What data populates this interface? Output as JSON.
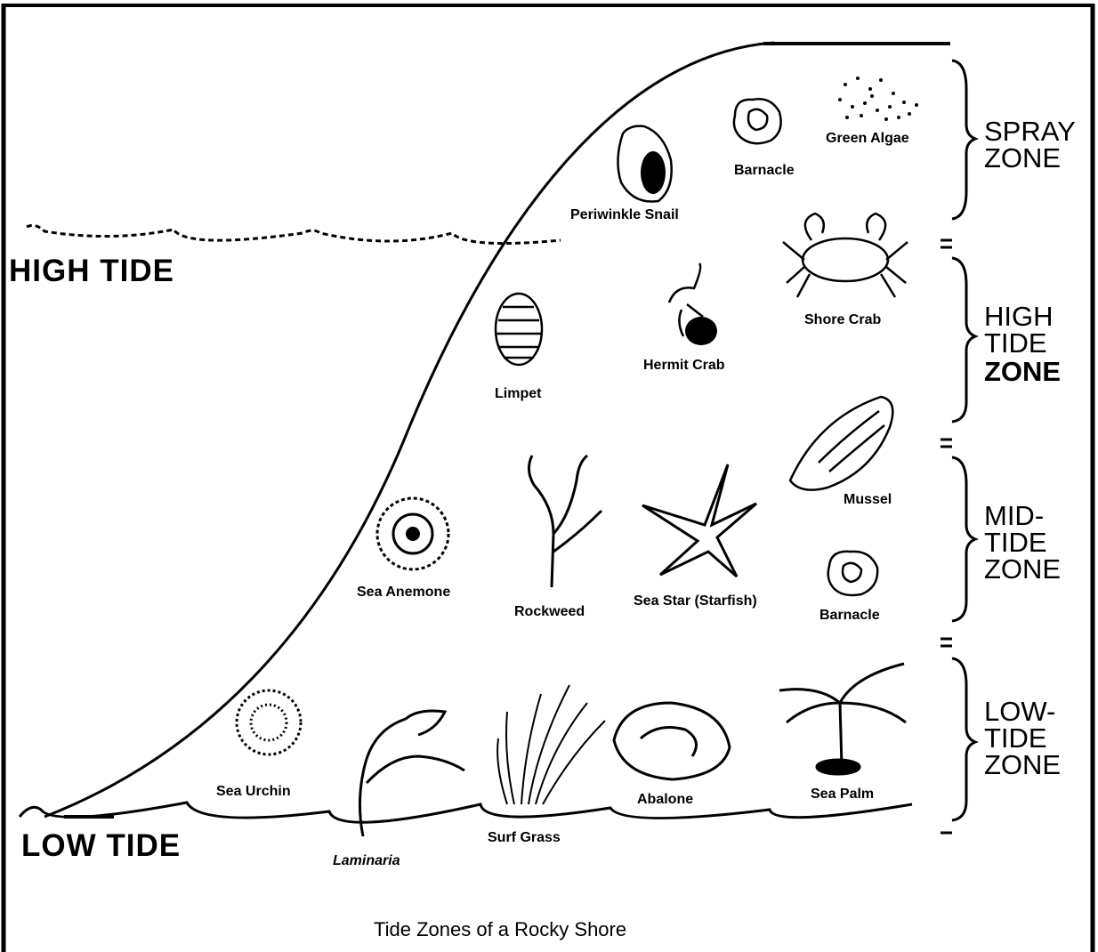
{
  "tides": {
    "high": "HIGH TIDE",
    "low": "LOW TIDE"
  },
  "zones": {
    "spray": [
      "SPRAY",
      "ZONE"
    ],
    "high": [
      "HIGH",
      "TIDE",
      "ZONE"
    ],
    "mid": [
      "MID-",
      "TIDE",
      "ZONE"
    ],
    "low": [
      "LOW-",
      "TIDE",
      "ZONE"
    ]
  },
  "organisms": {
    "green_algae": "Green Algae",
    "barnacle_top": "Barnacle",
    "periwinkle_snail": "Periwinkle Snail",
    "shore_crab": "Shore Crab",
    "hermit_crab": "Hermit Crab",
    "limpet": "Limpet",
    "mussel": "Mussel",
    "sea_anemone": "Sea Anemone",
    "rockweed": "Rockweed",
    "sea_star": "Sea Star (Starfish)",
    "barnacle_mid": "Barnacle",
    "sea_urchin": "Sea Urchin",
    "laminaria": "Laminaria",
    "surf_grass": "Surf Grass",
    "abalone": "Abalone",
    "sea_palm": "Sea Palm"
  },
  "caption": "Tide Zones of a Rocky Shore"
}
